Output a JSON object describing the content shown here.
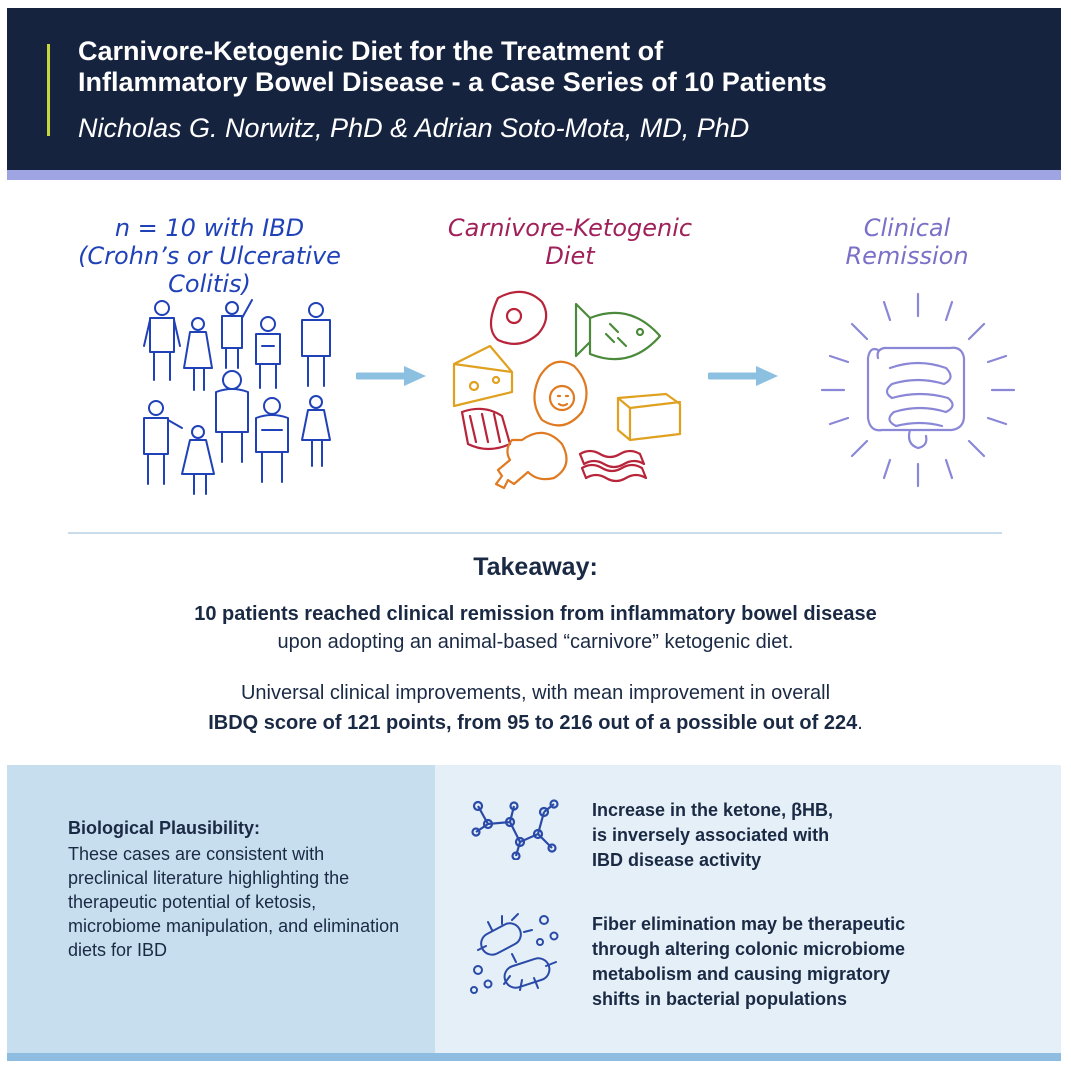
{
  "header": {
    "title_line1": "Carnivore-Ketogenic Diet for the Treatment of",
    "title_line2": "Inflammatory Bowel Disease - a Case Series of 10 Patients",
    "authors": "Nicholas G. Norwitz, PhD & Adrian Soto-Mota, MD, PhD"
  },
  "flow": {
    "patients_line1": "n = 10 with IBD",
    "patients_line2": "(Crohn’s or Ulcerative Colitis)",
    "diet_line1": "Carnivore-Ketogenic",
    "diet_line2": "Diet",
    "remission_line1": "Clinical",
    "remission_line2": "Remission"
  },
  "takeaway": {
    "title": "Takeaway:",
    "line1_bold": "10 patients reached clinical remission from inflammatory bowel disease",
    "line1_rest": "upon adopting an animal-based “carnivore” ketogenic diet.",
    "line2": "Universal clinical improvements, with mean improvement in overall",
    "line3_bold": "IBDQ score of 121 points, from 95 to 216 out of a possible out of 224",
    "line3_end": "."
  },
  "plausibility": {
    "title": "Biological Plausibility:",
    "body": "These cases are consistent with preclinical literature highlighting the therapeutic potential of ketosis, microbiome manipulation, and elimination diets for IBD"
  },
  "facts": [
    {
      "icon": "molecule-icon",
      "text_line1": "Increase in the ketone, βHB,",
      "text_line2": "is inversely associated with",
      "text_line3": "IBD disease activity"
    },
    {
      "icon": "bacteria-icon",
      "text_line1": "Fiber elimination may be therapeutic",
      "text_line2": "through altering colonic microbiome",
      "text_line3": "metabolism and causing migratory",
      "text_line4": "shifts in bacterial populations"
    }
  ],
  "colors": {
    "header_bg": "#16233f",
    "header_accent": "#c7d63a",
    "header_underline": "#9ea5e2",
    "patients_blue": "#2042b8",
    "diet_magenta": "#a0205a",
    "remission_purple": "#7a70c8",
    "arrow_blue": "#8cc0e0"
  }
}
